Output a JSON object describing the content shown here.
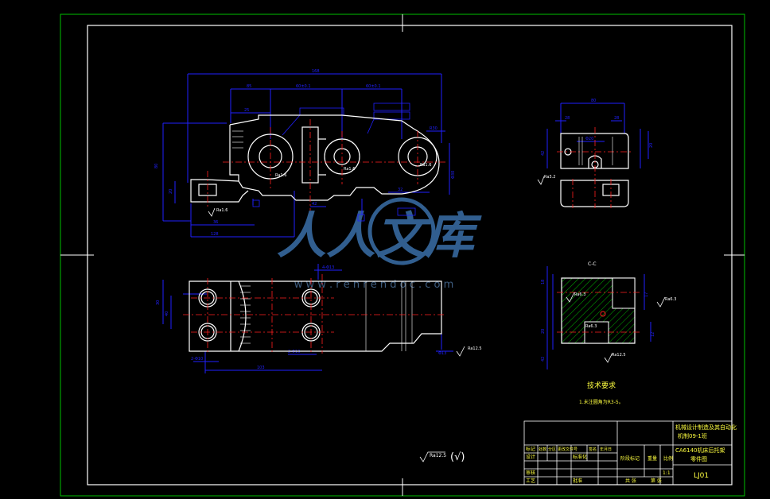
{
  "colors": {
    "background": "#000000",
    "outer_frame": "#00c000",
    "inner_frame": "#ffffff",
    "part_outline": "#ffffff",
    "dimension": "#2020ff",
    "center_line": "#ff2020",
    "hatch": "#00b000",
    "title_block_text": "#ffff40",
    "watermark": "#3a6fa8"
  },
  "drawing": {
    "roughness_labels": {
      "top_view_ra": "Ra1.6",
      "hole_ra_1": "Ra1.6",
      "hole_ra_2": "Ra1.6",
      "hole_ra_3": "Ra1.6",
      "side_view_ra": "Ra3.2",
      "front_view_ra": "Ra12.5",
      "section_ra_1": "Ra6.3",
      "section_ra_2": "Ra12.5",
      "section_ra_3": "Ra6.3",
      "general_ra": "Ra12.5",
      "general_check": "(√)"
    },
    "section_label": "C-C",
    "tech_requirements_title": "技术要求",
    "tech_requirements_text": "1.未注圆角为R3-5。",
    "watermark_text": "人人文库",
    "watermark_url": "w w w . r e n r e n d o c . c o m"
  },
  "title_block": {
    "school": "机械设计制造及其自动化",
    "class_line": "机制09-1班",
    "part_name": "CA6140机床后托架",
    "drawing_type": "零件图",
    "drawing_no": "LJ01",
    "scale": "1:1",
    "scale_header": "比例",
    "weight_header": "重量",
    "stage_mark_header": "阶段标记",
    "sheet_left": "共 张",
    "sheet_right": "第 张",
    "rows": [
      "标记",
      "设计",
      "审核",
      "工艺"
    ],
    "cols": [
      "处数",
      "分区",
      "更改文件号",
      "签名",
      "年月日"
    ],
    "std_label": "标准化",
    "approve_label": "批准"
  }
}
